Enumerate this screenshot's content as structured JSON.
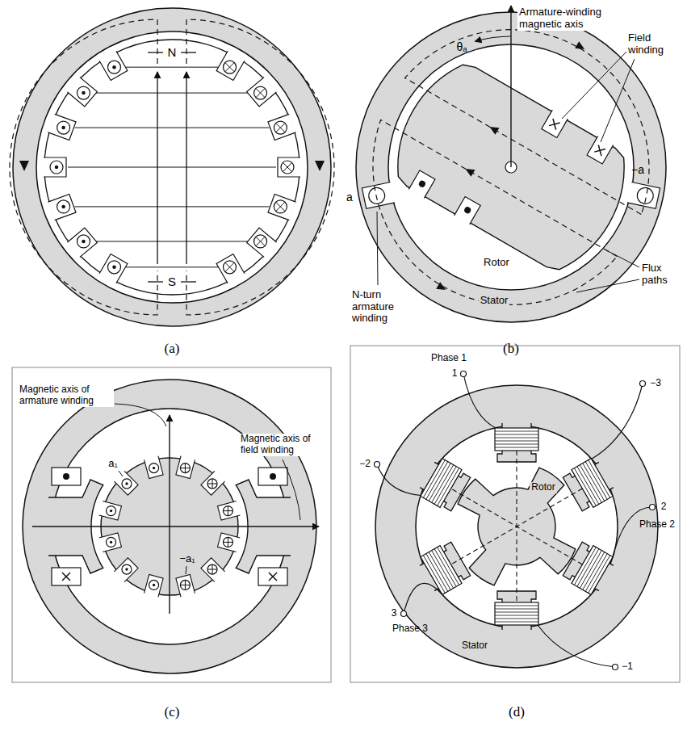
{
  "diagram": {
    "labels": [
      "N",
      "S",
      "(a)",
      "Armature-winding magnetic axis",
      "θₐ",
      "Field winding",
      "a",
      "−a",
      "N-turn armature winding",
      "Rotor",
      "Flux paths",
      "Stator",
      "(b)",
      "Magnetic axis of armature winding",
      "Magnetic axis of field winding",
      "a₁",
      "−a₁",
      "(c)",
      "Phase 1",
      "1",
      "−3",
      "−2",
      "2",
      "Phase 2",
      "3",
      "Phase 3",
      "Rotor",
      "Stator",
      "−1",
      "(d)"
    ]
  }
}
